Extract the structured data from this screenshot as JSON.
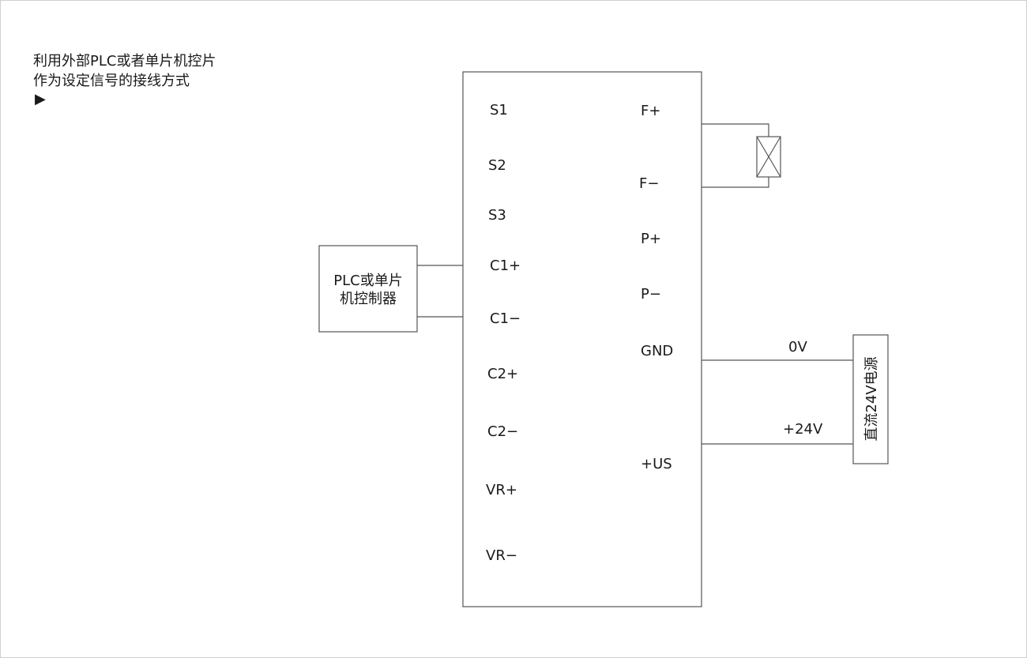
{
  "note": {
    "line1": "利用外部PLC或者单片机控片",
    "line2": "作为设定信号的接线方式",
    "arrow": "▶"
  },
  "controller": {
    "line1": "PLC或单片",
    "line2": "机控制器"
  },
  "terminals_left": [
    "S1",
    "S2",
    "S3",
    "C1+",
    "C1−",
    "C2+",
    "C2−",
    "VR+",
    "VR−"
  ],
  "terminals_right": [
    "F+",
    "F−",
    "P+",
    "P−",
    "GND",
    "+US"
  ],
  "power": {
    "label": "直流24V电源",
    "zero_v": "0V",
    "plus_24v": "+24V"
  },
  "colors": {
    "line": "#555555",
    "text": "#1a1a1a",
    "border": "#cfcfcf"
  }
}
